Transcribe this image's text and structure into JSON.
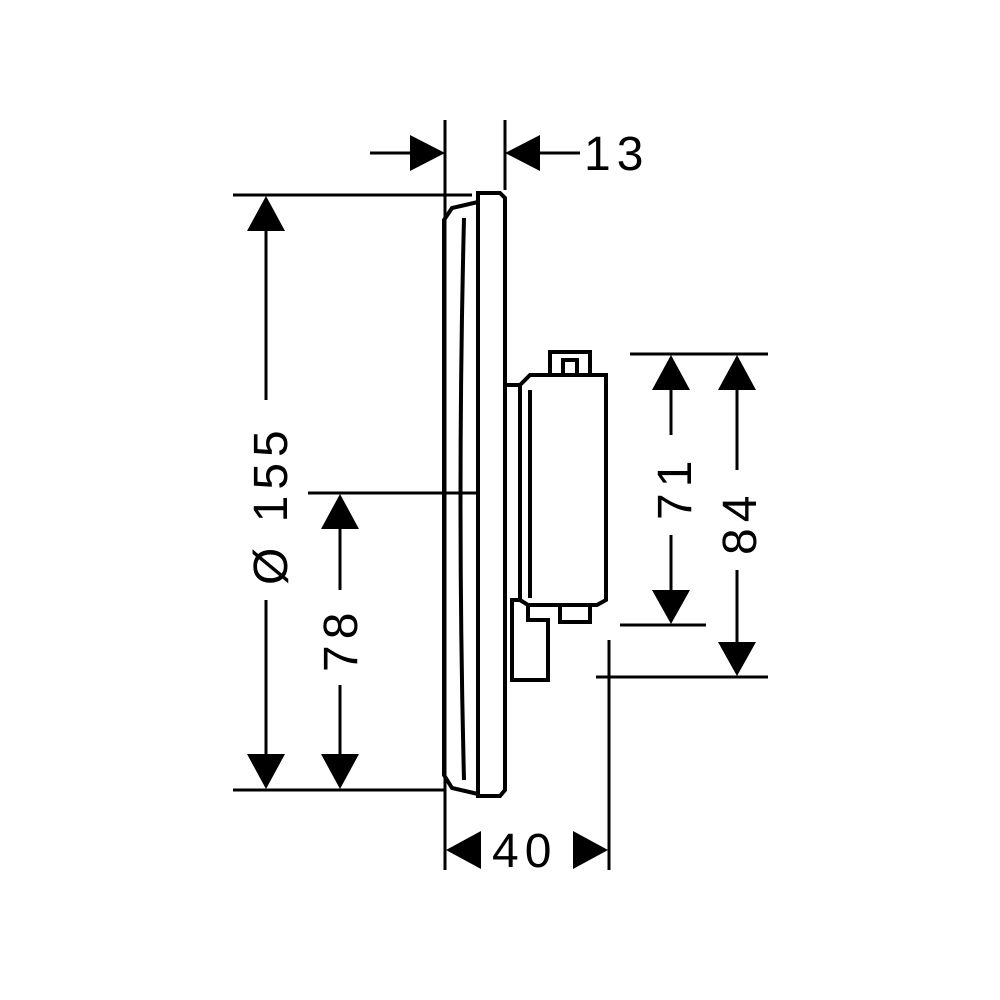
{
  "drawing": {
    "dimensions": {
      "top_offset": "13",
      "diameter": "Ø 155",
      "center_height": "78",
      "body_width": "40",
      "inner_height": "71",
      "outer_height": "84"
    }
  }
}
